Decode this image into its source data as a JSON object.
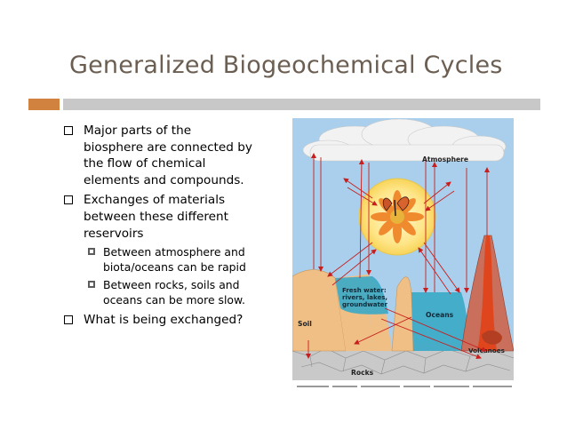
{
  "slide": {
    "title": "Generalized Biogeochemical Cycles",
    "accent_color": "#d2823f",
    "bullets": [
      {
        "lines": [
          "Major parts of the",
          "biosphere are connected by",
          "the flow of chemical",
          "elements and compounds."
        ]
      },
      {
        "lines": [
          "Exchanges of materials",
          "between these different",
          "reservoirs"
        ],
        "sub": [
          {
            "lines": [
              "Between atmosphere and",
              "biota/oceans can be rapid"
            ]
          },
          {
            "lines": [
              "Between rocks, soils and",
              "oceans can be more slow."
            ]
          }
        ]
      },
      {
        "lines": [
          "What is being exchanged?"
        ]
      }
    ]
  },
  "diagram": {
    "labels": {
      "atmosphere": "Atmosphere",
      "fresh_water_1": "Fresh water:",
      "fresh_water_2": "rivers, lakes,",
      "fresh_water_3": "groundwater",
      "oceans": "Oceans",
      "soil": "Soil",
      "rocks": "Rocks",
      "volcanoes": "Volcanoes"
    },
    "colors": {
      "sky": "#a9cfec",
      "arrows": "#c81e1e",
      "soil": "#efbf85",
      "water": "#39a9c6",
      "rocks": "#c9c9c9",
      "volcano": "#c96f5b"
    }
  }
}
